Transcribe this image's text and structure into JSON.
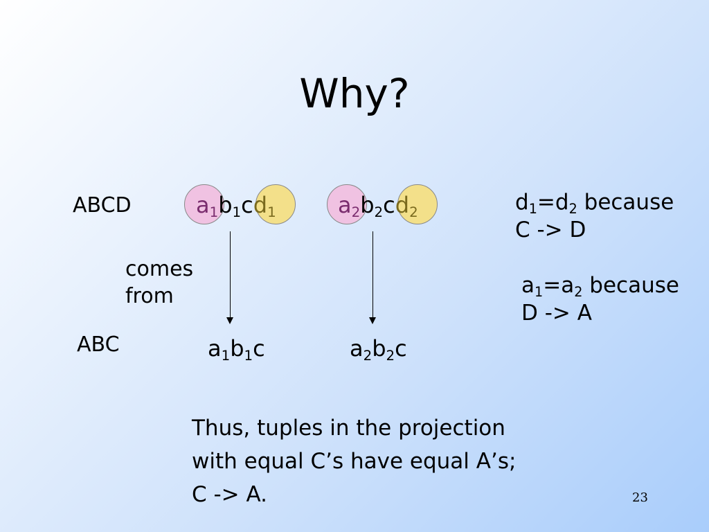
{
  "slide": {
    "title": "Why?",
    "label_abcd": "ABCD",
    "label_abc": "ABC",
    "comes_from_line1": "comes",
    "comes_from_line2": "from",
    "tuple1": {
      "a": "a",
      "a_sub": "1",
      "b": "b",
      "b_sub": "1",
      "c": "c",
      "d": "d",
      "d_sub": "1"
    },
    "tuple2": {
      "a": "a",
      "a_sub": "2",
      "b": "b",
      "b_sub": "2",
      "c": "c",
      "d": "d",
      "d_sub": "2"
    },
    "proj1": {
      "a": "a",
      "a_sub": "1",
      "b": "b",
      "b_sub": "1",
      "c": "c"
    },
    "proj2": {
      "a": "a",
      "a_sub": "2",
      "b": "b",
      "b_sub": "2",
      "c": "c"
    },
    "note1": {
      "lhs": "d",
      "lhs_sub": "1",
      "eq": "=d",
      "rhs_sub": "2",
      "because": " because",
      "line2": "C -> D"
    },
    "note2": {
      "lhs": "a",
      "lhs_sub": "1",
      "eq": "=a",
      "rhs_sub": "2",
      "because": " because",
      "line2": "D -> A"
    },
    "conclusion": [
      "Thus, tuples in the projection",
      "with equal C’s have equal A’s;",
      "C -> A."
    ],
    "page_number": "23",
    "colors": {
      "a_circle": "#f0c2e2",
      "d_circle": "#f3e08a"
    }
  }
}
